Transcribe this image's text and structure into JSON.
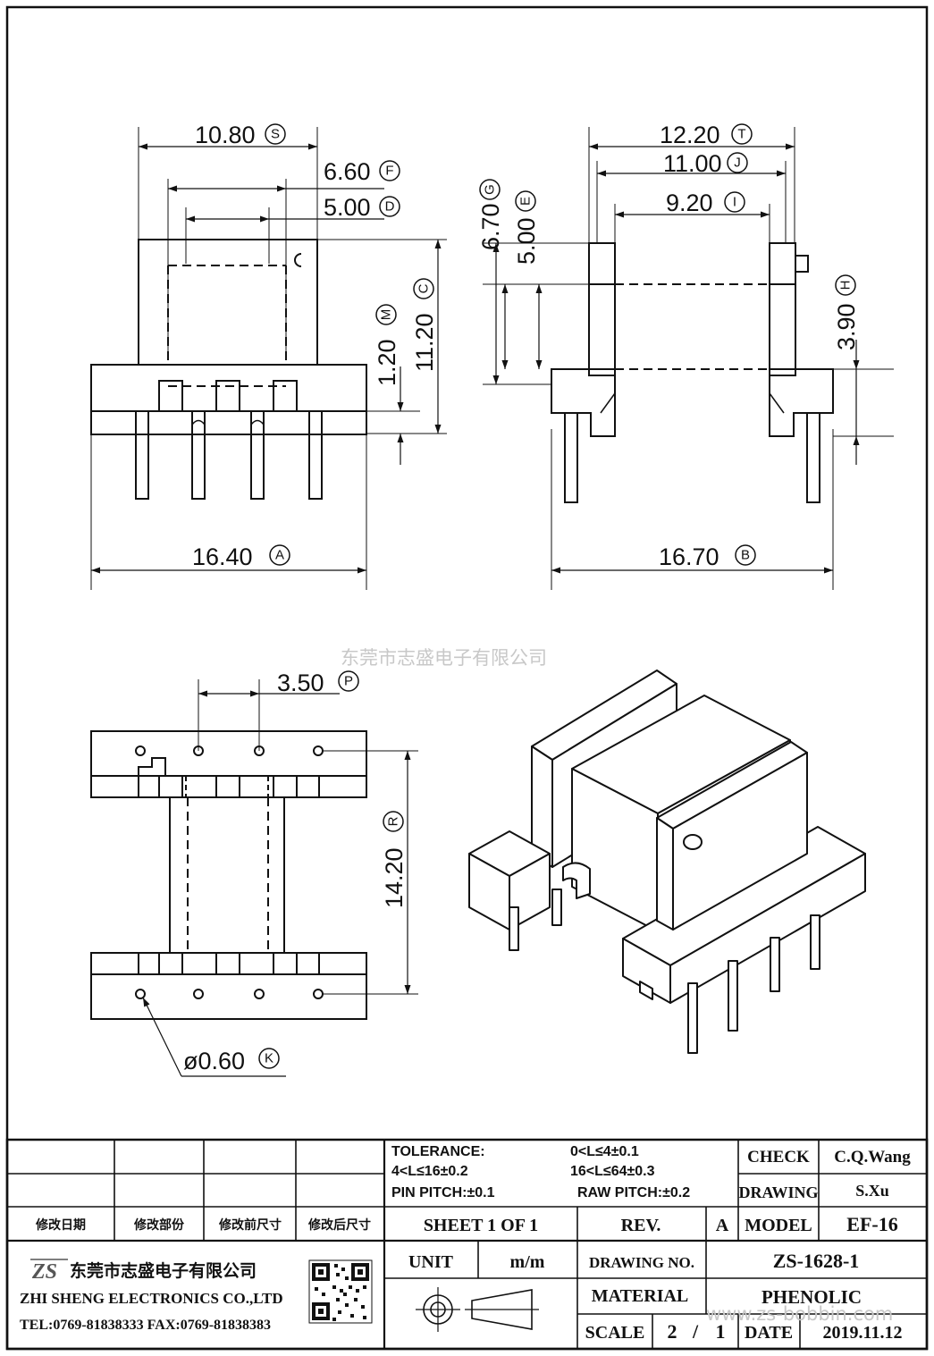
{
  "watermark": {
    "company_cn": "东莞市志盛电子有限公司",
    "website": "www.zs-bobbin.com"
  },
  "dimensions": {
    "S": {
      "value": "10.80",
      "letter": "S"
    },
    "F": {
      "value": "6.60",
      "letter": "F"
    },
    "D": {
      "value": "5.00",
      "letter": "D"
    },
    "M": {
      "value": "1.20",
      "letter": "M"
    },
    "C": {
      "value": "11.20",
      "letter": "C"
    },
    "A": {
      "value": "16.40",
      "letter": "A"
    },
    "T": {
      "value": "12.20",
      "letter": "T"
    },
    "J": {
      "value": "11.00",
      "letter": "J"
    },
    "I": {
      "value": "9.20",
      "letter": "I"
    },
    "G": {
      "value": "6.70",
      "letter": "G"
    },
    "E": {
      "value": "5.00",
      "letter": "E"
    },
    "H": {
      "value": "3.90",
      "letter": "H"
    },
    "B": {
      "value": "16.70",
      "letter": "B"
    },
    "P": {
      "value": "3.50",
      "letter": "P"
    },
    "R": {
      "value": "14.20",
      "letter": "R"
    },
    "K": {
      "value": "ø0.60",
      "letter": "K"
    }
  },
  "title_block": {
    "revision_headers": [
      "修改日期",
      "修改部份",
      "修改前尺寸",
      "修改后尺寸"
    ],
    "tolerance": {
      "title": "TOLERANCE:",
      "line1": "0<L≤4±0.1",
      "line2": "4<L≤16±0.2",
      "line3": "16<L≤64±0.3",
      "pin_pitch": "PIN PITCH:±0.1",
      "raw_pitch": "RAW PITCH:±0.2"
    },
    "check_label": "CHECK",
    "check_value": "C.Q.Wang",
    "drawing_label": "DRAWING",
    "drawing_value": "S.Xu",
    "sheet": "SHEET 1 OF 1",
    "rev_label": "REV.",
    "rev_value": "A",
    "model_label": "MODEL",
    "model_value": "EF-16",
    "unit_label": "UNIT",
    "unit_value": "m/m",
    "drawing_no_label": "DRAWING NO.",
    "drawing_no_value": "ZS-1628-1",
    "material_label": "MATERIAL",
    "material_value": "PHENOLIC",
    "scale_label": "SCALE",
    "scale_num": "2",
    "scale_sep": "/",
    "scale_den": "1",
    "date_label": "DATE",
    "date_value": "2019.11.12",
    "company_cn": "东莞市志盛电子有限公司",
    "company_en": "ZHI SHENG ELECTRONICS CO.,LTD",
    "contact": "TEL:0769-81838333 FAX:0769-81838383",
    "logo_text": "ZS"
  }
}
